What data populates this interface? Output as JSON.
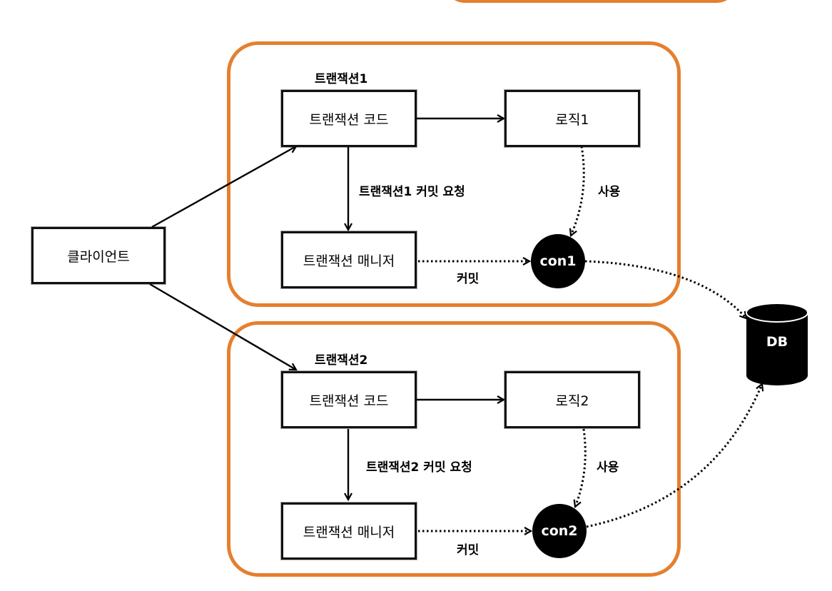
{
  "diagram": {
    "client": {
      "label": "클라이언트"
    },
    "transactions": [
      {
        "title": "트랜잭션1",
        "code_box": "트랜잭션 코드",
        "logic_box": "로직1",
        "manager_box": "트랜잭션 매니저",
        "connection": "con1",
        "commit_request_label": "트랜잭션1 커밋 요청",
        "use_label": "사용",
        "commit_label": "커밋"
      },
      {
        "title": "트랜잭션2",
        "code_box": "트랜잭션 코드",
        "logic_box": "로직2",
        "manager_box": "트랜잭션 매니저",
        "connection": "con2",
        "commit_request_label": "트랜잭션2 커밋 요청",
        "use_label": "사용",
        "commit_label": "커밋"
      }
    ],
    "database": {
      "label": "DB"
    },
    "colors": {
      "group_border": "#e57f2e",
      "node_fill": "#000000",
      "text": "#000000"
    }
  }
}
